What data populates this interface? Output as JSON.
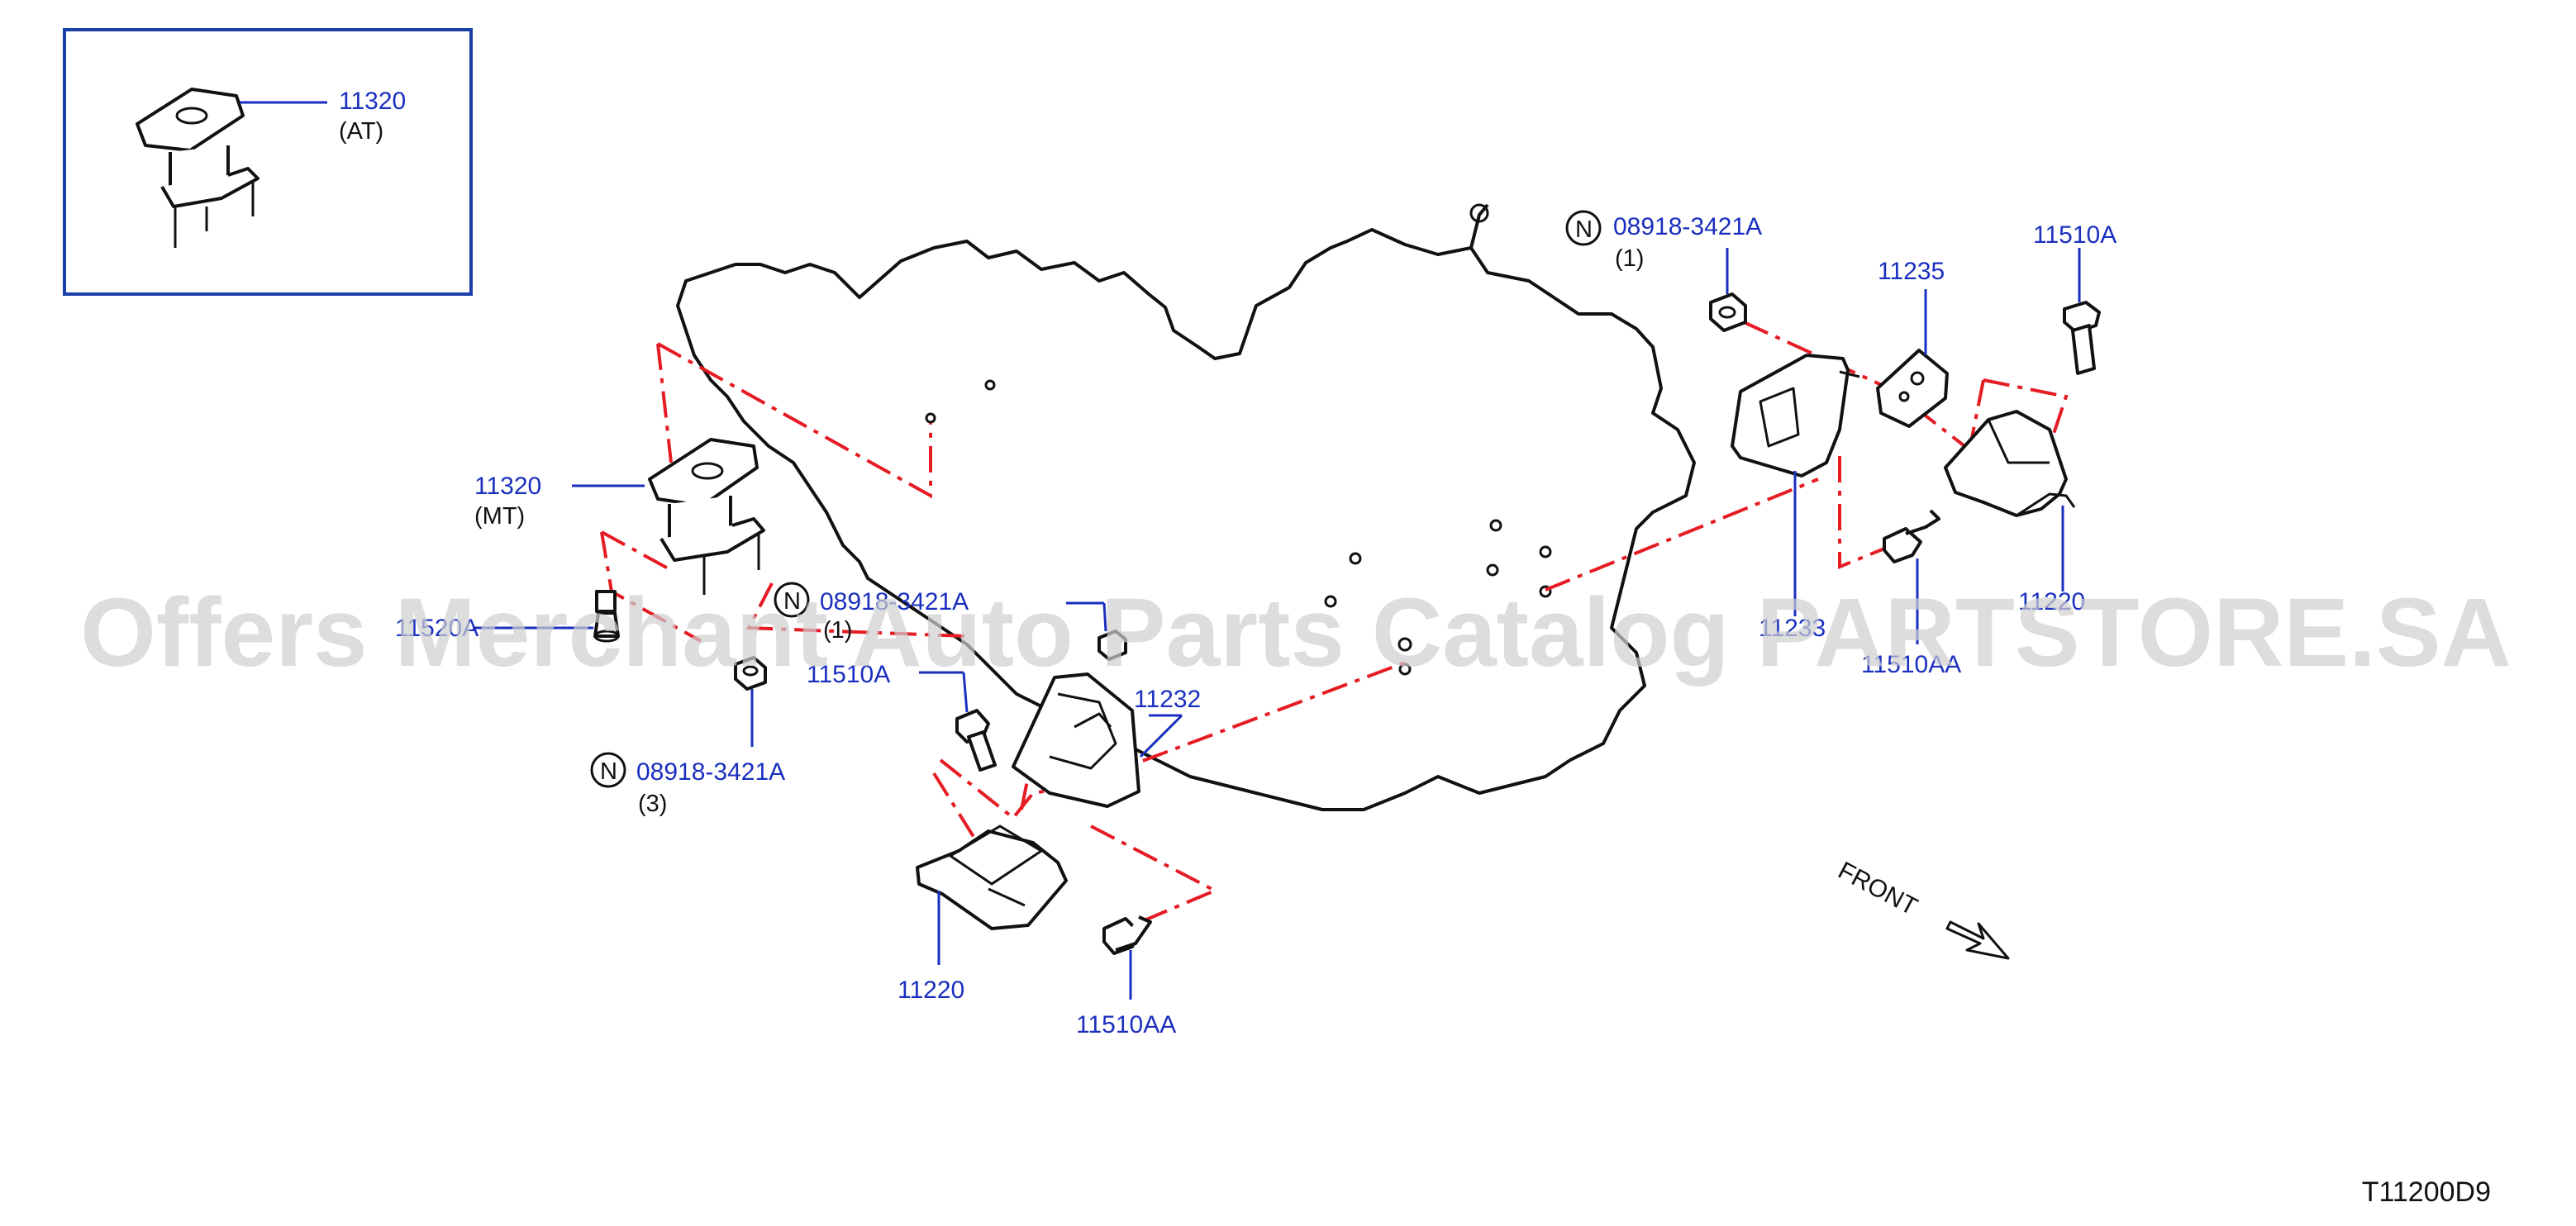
{
  "diagram_code": "T11200D9",
  "watermark": "Offers Merchant Auto Parts Catalog PARTSTORE.SA",
  "direction_label": "FRONT",
  "inset": {
    "part": "11320",
    "note": "(AT)"
  },
  "callouts": {
    "mount_mt": {
      "part": "11320",
      "note": "(MT)"
    },
    "stud_left": {
      "part": "11520A"
    },
    "nut_left_a": {
      "prefix": "N",
      "part": "08918-3421A",
      "note": "(1)"
    },
    "nut_left_b": {
      "prefix": "N",
      "part": "08918-3421A",
      "note": "(3)"
    },
    "bolt_center": {
      "part": "11510A"
    },
    "bracket_center": {
      "part": "11232"
    },
    "mount_center": {
      "part": "11220"
    },
    "bolt_center_lower": {
      "part": "11510AA"
    },
    "nut_right": {
      "prefix": "N",
      "part": "08918-3421A",
      "note": "(1)"
    },
    "bracket_small": {
      "part": "11235"
    },
    "bolt_right": {
      "part": "11510A"
    },
    "bracket_right": {
      "part": "11233"
    },
    "mount_right": {
      "part": "11220"
    },
    "bolt_right_lower": {
      "part": "11510AA"
    }
  },
  "colors": {
    "callout_text": "#1a2fbf",
    "centerline": "#e51c23",
    "outline": "#111111"
  }
}
